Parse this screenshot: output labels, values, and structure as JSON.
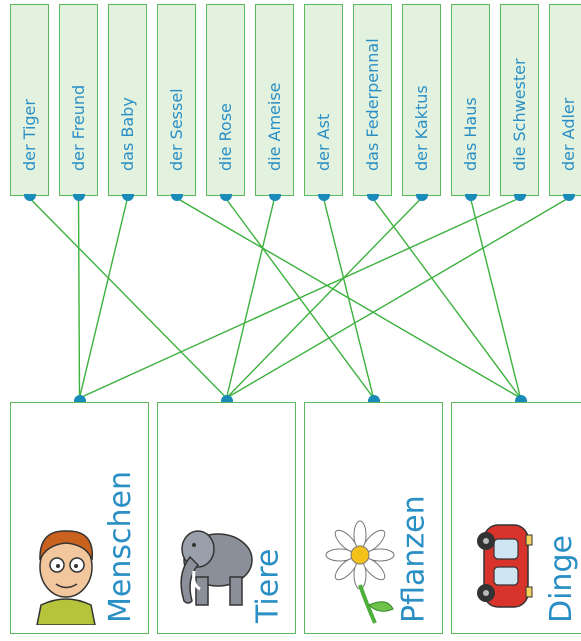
{
  "words": [
    {
      "label": "der Tiger",
      "category": 1
    },
    {
      "label": "der Freund",
      "category": 0
    },
    {
      "label": "das Baby",
      "category": 0
    },
    {
      "label": "der Sessel",
      "category": 3
    },
    {
      "label": "die Rose",
      "category": 2
    },
    {
      "label": "die Ameise",
      "category": 1
    },
    {
      "label": "der Ast",
      "category": 2
    },
    {
      "label": "das Federpennal",
      "category": 3
    },
    {
      "label": "der Kaktus",
      "category": 1
    },
    {
      "label": "das Haus",
      "category": 3
    },
    {
      "label": "die Schwester",
      "category": 0
    },
    {
      "label": "der Adler",
      "category": 1
    }
  ],
  "categories": [
    {
      "label": "Menschen",
      "icon": "person-face-icon"
    },
    {
      "label": "Tiere",
      "icon": "elephant-icon"
    },
    {
      "label": "Pflanzen",
      "icon": "daisy-flower-icon"
    },
    {
      "label": "Dinge",
      "icon": "red-car-icon"
    }
  ],
  "colors": {
    "line": "#3db13d",
    "card_border": "#5cb85c",
    "card_fill": "#e3f1df",
    "text": "#2a8fc4",
    "dot": "#1a8bb8"
  }
}
